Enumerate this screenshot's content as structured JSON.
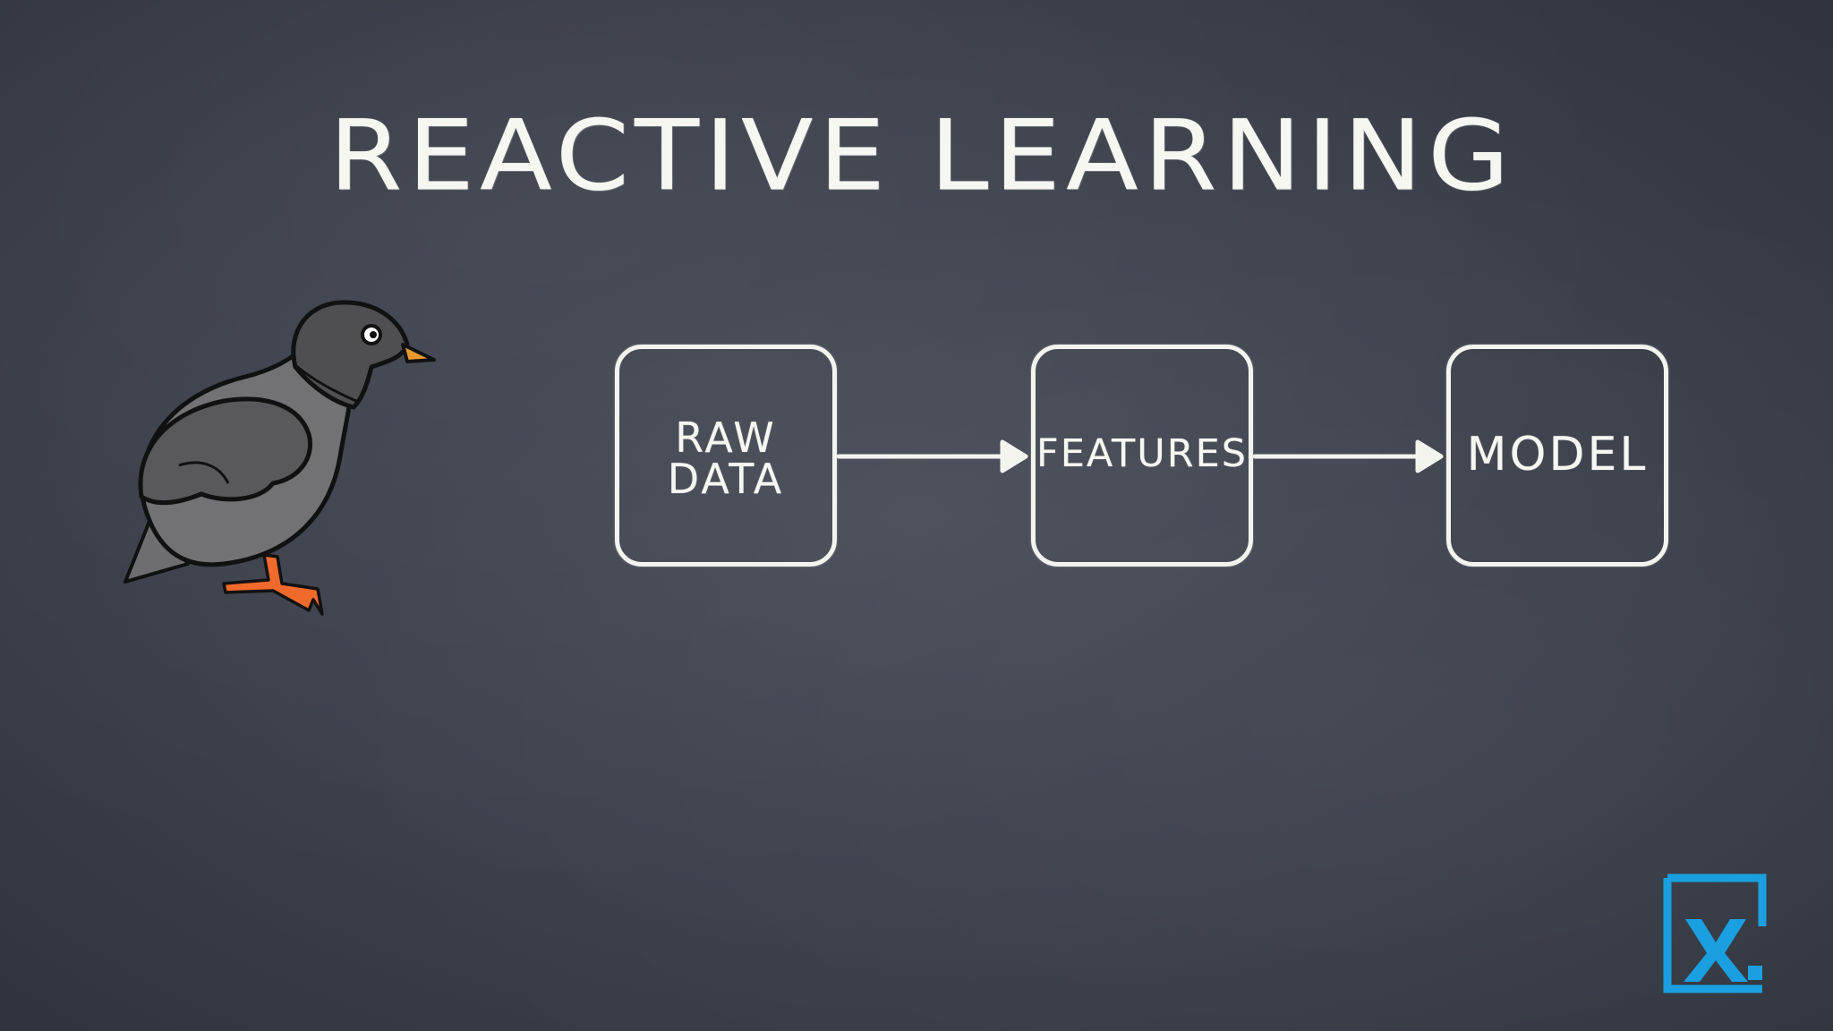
{
  "slide": {
    "title": "REACTIVE LEARNING"
  },
  "diagram": {
    "nodes": [
      {
        "id": "raw-data",
        "line1": "RAW",
        "line2": "DATA"
      },
      {
        "id": "features",
        "label": "FEATURES"
      },
      {
        "id": "model",
        "label": "MODEL"
      }
    ],
    "edges": [
      {
        "from": "raw-data",
        "to": "features"
      },
      {
        "from": "features",
        "to": "model"
      }
    ]
  },
  "illustration": {
    "subject": "pigeon",
    "colors": {
      "body": "#6e6e70",
      "wing": "#59595b",
      "head": "#4f4f52",
      "beak": "#e69a2e",
      "feet": "#f06a2c"
    }
  },
  "logo": {
    "icon": "x-logo-icon",
    "color": "#1aa0e0"
  }
}
